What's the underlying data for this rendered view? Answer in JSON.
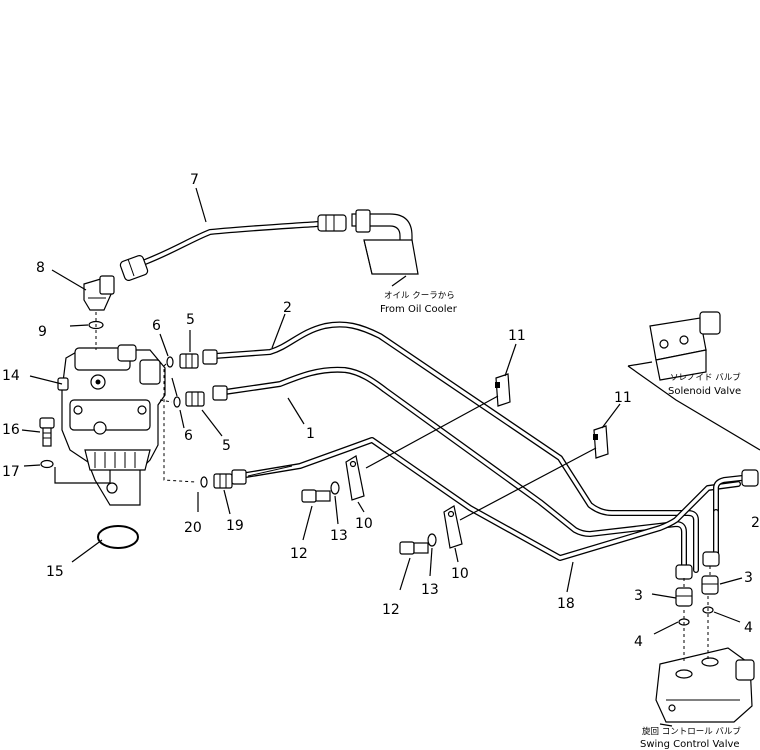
{
  "callouts": [
    {
      "id": "c7",
      "text": "7"
    },
    {
      "id": "c8",
      "text": "8"
    },
    {
      "id": "c9",
      "text": "9"
    },
    {
      "id": "c6a",
      "text": "6"
    },
    {
      "id": "c5a",
      "text": "5"
    },
    {
      "id": "c2a",
      "text": "2"
    },
    {
      "id": "c14",
      "text": "14"
    },
    {
      "id": "c16",
      "text": "16"
    },
    {
      "id": "c17",
      "text": "17"
    },
    {
      "id": "c6b",
      "text": "6"
    },
    {
      "id": "c5b",
      "text": "5"
    },
    {
      "id": "c1",
      "text": "1"
    },
    {
      "id": "c11a",
      "text": "11"
    },
    {
      "id": "c11b",
      "text": "11"
    },
    {
      "id": "c20",
      "text": "20"
    },
    {
      "id": "c19",
      "text": "19"
    },
    {
      "id": "c15",
      "text": "15"
    },
    {
      "id": "c12a",
      "text": "12"
    },
    {
      "id": "c13a",
      "text": "13"
    },
    {
      "id": "c10a",
      "text": "10"
    },
    {
      "id": "c12b",
      "text": "12"
    },
    {
      "id": "c13b",
      "text": "13"
    },
    {
      "id": "c10b",
      "text": "10"
    },
    {
      "id": "c18",
      "text": "18"
    },
    {
      "id": "c2b",
      "text": "2"
    },
    {
      "id": "c3a",
      "text": "3"
    },
    {
      "id": "c3b",
      "text": "3"
    },
    {
      "id": "c4a",
      "text": "4"
    },
    {
      "id": "c4b",
      "text": "4"
    }
  ],
  "labels": {
    "oil_cooler_jp": "オイル クーラから",
    "oil_cooler_en": "From Oil Cooler",
    "solenoid_jp": "ソレノイド バルブ",
    "solenoid_en": "Solenoid Valve",
    "swing_jp": "旋回 コントロール バルブ",
    "swing_en": "Swing Control Valve"
  }
}
